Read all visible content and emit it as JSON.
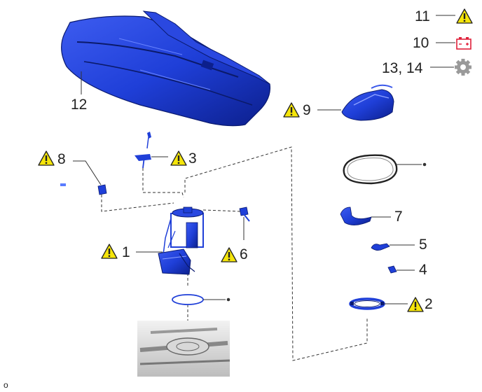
{
  "colors": {
    "part_blue": "#1f3fd8",
    "part_dark": "#0c1f8c",
    "part_light": "#5a7cff",
    "warning_yellow": "#f5e50a",
    "battery_red": "#e0203a",
    "gear_gray": "#9a9a9a"
  },
  "legend": [
    {
      "label": "11",
      "icon": "warning-icon"
    },
    {
      "label": "10",
      "icon": "battery-icon"
    },
    {
      "label": "13, 14",
      "icon": "gear-icon"
    }
  ],
  "callouts": {
    "p1": "1",
    "p2": "2",
    "p3": "3",
    "p4": "4",
    "p5": "5",
    "p6": "6",
    "p7": "7",
    "p8": "8",
    "p9": "9",
    "p12": "12"
  },
  "corner_mark": "o"
}
